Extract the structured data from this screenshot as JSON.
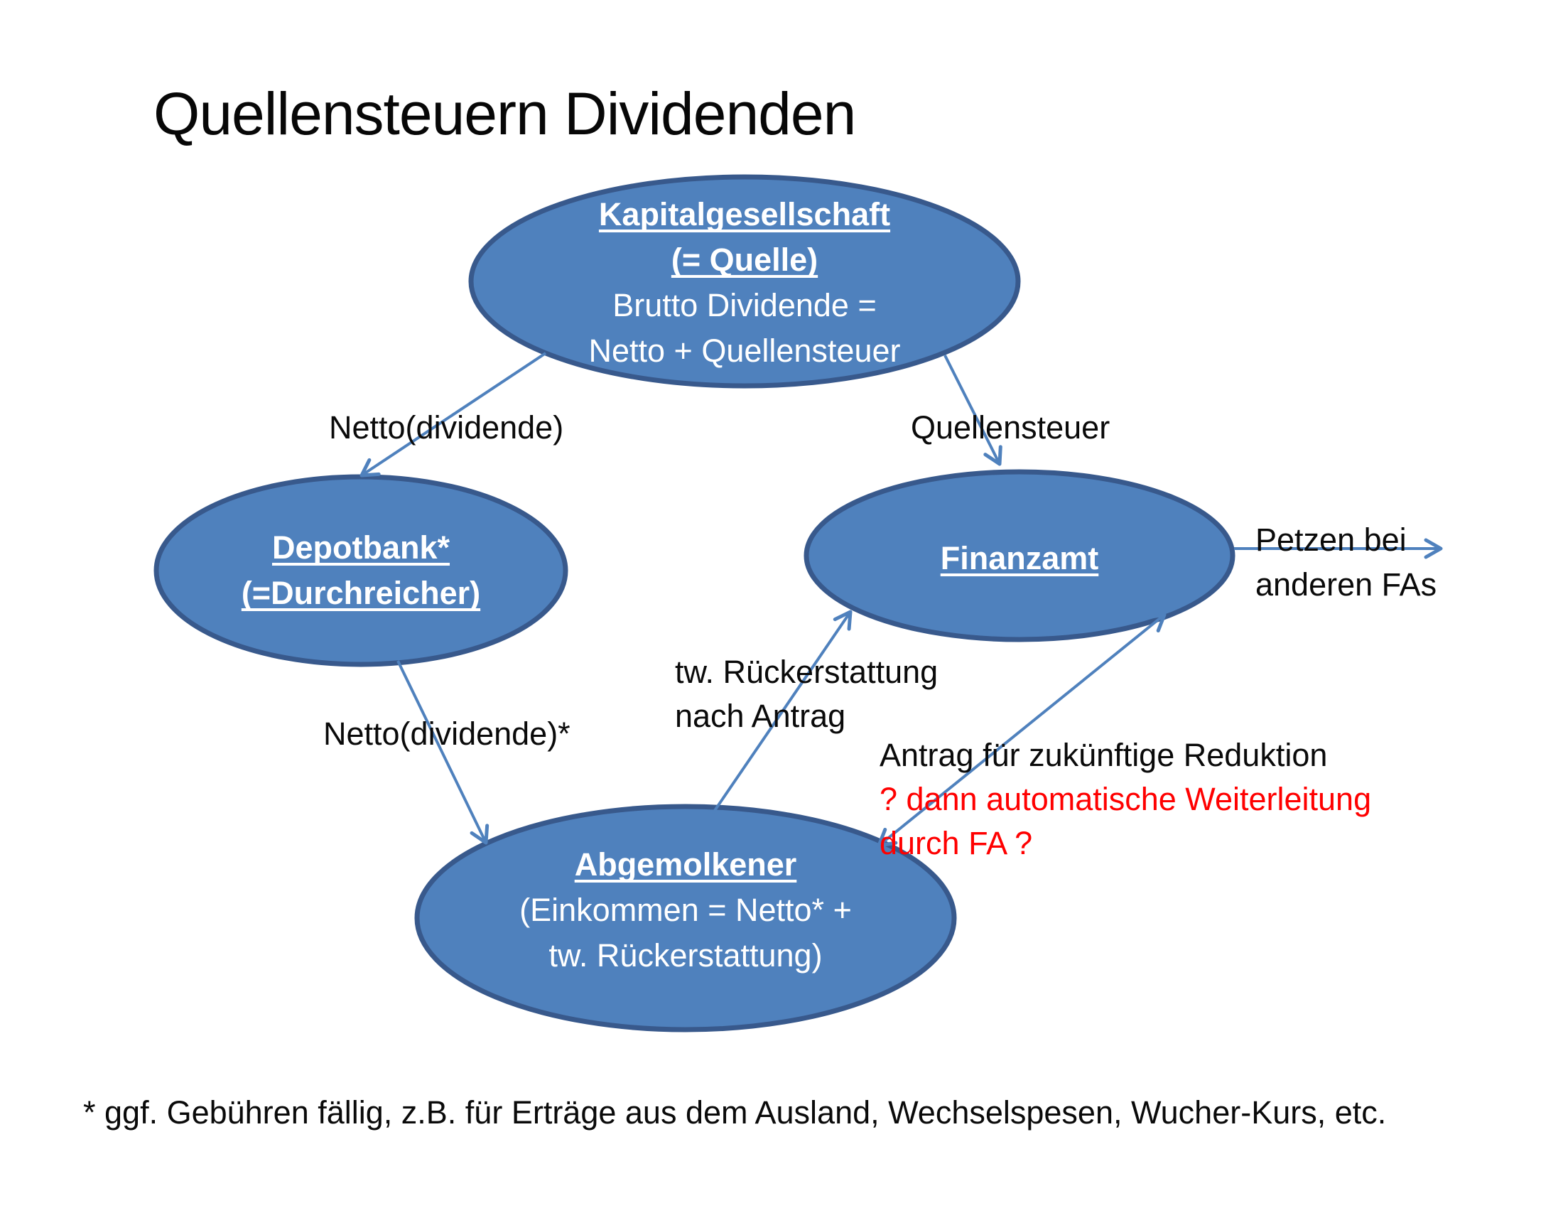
{
  "slide": {
    "title": "Quellensteuern Dividenden",
    "footnote": "* ggf. Gebühren fällig, z.B. für Erträge aus dem Ausland, Wechselspesen, Wucher-Kurs, etc."
  },
  "colors": {
    "node_fill": "#4F81BD",
    "node_border": "#38598C",
    "arrow_blue": "#4F81BD",
    "text_black": "#0a0a0a",
    "text_red": "#FF0000",
    "node_text": "#FFFFFF",
    "background": "#FFFFFF"
  },
  "nodes": {
    "kapitalgesellschaft": {
      "heading_line1": "Kapitalgesellschaft",
      "heading_line2": "(= Quelle)",
      "body_line1": "Brutto Dividende =",
      "body_line2": "Netto + Quellensteuer"
    },
    "depotbank": {
      "heading_line1": "Depotbank*",
      "heading_line2": "(=Durchreicher)"
    },
    "finanzamt": {
      "heading_line1": "Finanzamt"
    },
    "abgemolkener": {
      "heading_line1": "Abgemolkener",
      "body_line1": "(Einkommen = Netto* +",
      "body_line2": "tw. Rückerstattung)"
    }
  },
  "edges": {
    "kapital_to_depotbank_label": "Netto(dividende)",
    "kapital_to_finanzamt_label": "Quellensteuer",
    "depotbank_to_abgemolkener_label": "Netto(dividende)*",
    "abgemolkener_to_finanzamt_label_line1": "tw. Rückerstattung",
    "abgemolkener_to_finanzamt_label_line2": "nach Antrag",
    "finanzamt_to_other_fa_label_line1": "Petzen bei",
    "finanzamt_to_other_fa_label_line2": "anderen FAs",
    "finanzamt_abgemolkener_label_line1": "Antrag für zukünftige Reduktion",
    "finanzamt_abgemolkener_label_line2_red": "? dann automatische Weiterleitung",
    "finanzamt_abgemolkener_label_line3_red": "durch FA ?"
  }
}
